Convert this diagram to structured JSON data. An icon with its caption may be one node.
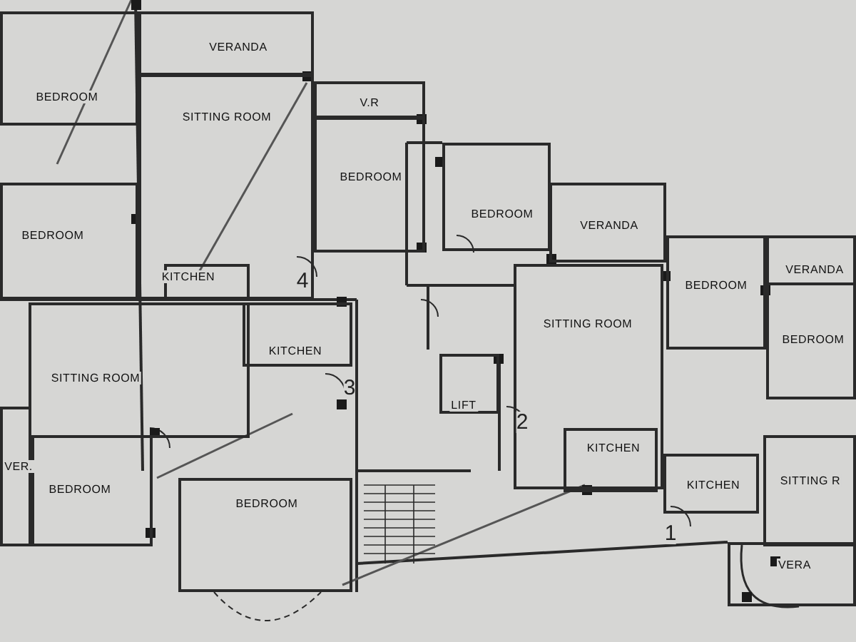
{
  "diagram": {
    "nodes": [
      {
        "text": [
          "BEDROOM"
        ]
      },
      {
        "text": [
          "VERANDA"
        ]
      },
      {
        "text": [
          "SITTING ROOM"
        ]
      },
      {
        "text": [
          "V.R"
        ]
      },
      {
        "text": [
          "BEDROOM"
        ]
      },
      {
        "text": [
          "BEDROOM"
        ]
      },
      {
        "text": [
          "KITCHEN"
        ],
        "in": 2
      },
      {
        "text": [
          "BEDROOM"
        ]
      },
      {
        "text": [
          "VERANDA"
        ]
      },
      {
        "text": [
          "BEDROOM"
        ]
      },
      {
        "text": [
          "VERANDA"
        ]
      },
      {
        "text": [
          "BEDROOM"
        ]
      },
      {
        "text": [
          "SITTING ROOM"
        ]
      },
      {
        "text": [
          "KITCHEN"
        ],
        "in": 12
      },
      {
        "text": [
          "KITCHEN"
        ]
      },
      {
        "text": [
          "SITTING R"
        ]
      },
      {
        "text": [
          "VERA"
        ]
      },
      {
        "text": [
          "SITTING ROOM"
        ]
      },
      {
        "text": [
          "KITCHEN"
        ]
      },
      {
        "text": [
          "VER."
        ]
      },
      {
        "text": [
          "BEDROOM"
        ]
      },
      {
        "text": [
          "BEDROOM"
        ]
      },
      {
        "text": [
          "LIFT"
        ]
      }
    ],
    "labels": [
      "4",
      "3",
      "2",
      "1"
    ]
  }
}
